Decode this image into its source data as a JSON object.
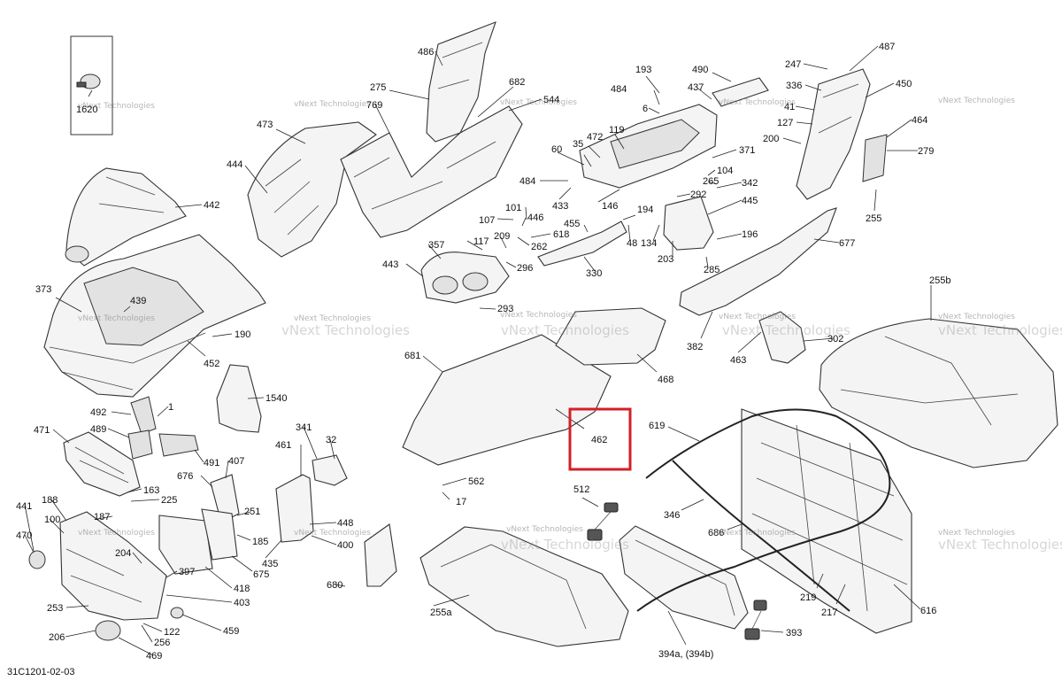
{
  "drawing_code": "31C1201-02-03",
  "watermark": "vNext Technologies",
  "highlighted_callout": "462",
  "highlight_color": "#d31f27",
  "callouts": [
    "486",
    "275",
    "682",
    "544",
    "473",
    "769",
    "444",
    "442",
    "373",
    "439",
    "190",
    "452",
    "1620",
    "193",
    "490",
    "484",
    "437",
    "6",
    "119",
    "472",
    "35",
    "60",
    "371",
    "484",
    "433",
    "146",
    "101",
    "107",
    "446",
    "209",
    "117",
    "357",
    "618",
    "455",
    "262",
    "296",
    "330",
    "443",
    "293",
    "194",
    "48",
    "134",
    "203",
    "285",
    "487",
    "247",
    "450",
    "336",
    "41",
    "127",
    "464",
    "200",
    "279",
    "104",
    "265",
    "342",
    "292",
    "445",
    "196",
    "677",
    "255",
    "255b",
    "382",
    "463",
    "302",
    "681",
    "468",
    "462",
    "562",
    "17",
    "1540",
    "492",
    "1",
    "471",
    "489",
    "491",
    "407",
    "676",
    "341",
    "32",
    "461",
    "188",
    "441",
    "100",
    "470",
    "163",
    "225",
    "251",
    "187",
    "185",
    "435",
    "448",
    "400",
    "204",
    "397",
    "675",
    "418",
    "403",
    "680",
    "253",
    "122",
    "459",
    "206",
    "256",
    "469",
    "512",
    "619",
    "346",
    "686",
    "219",
    "217",
    "616",
    "255a",
    "394a, (394b)",
    "393"
  ]
}
